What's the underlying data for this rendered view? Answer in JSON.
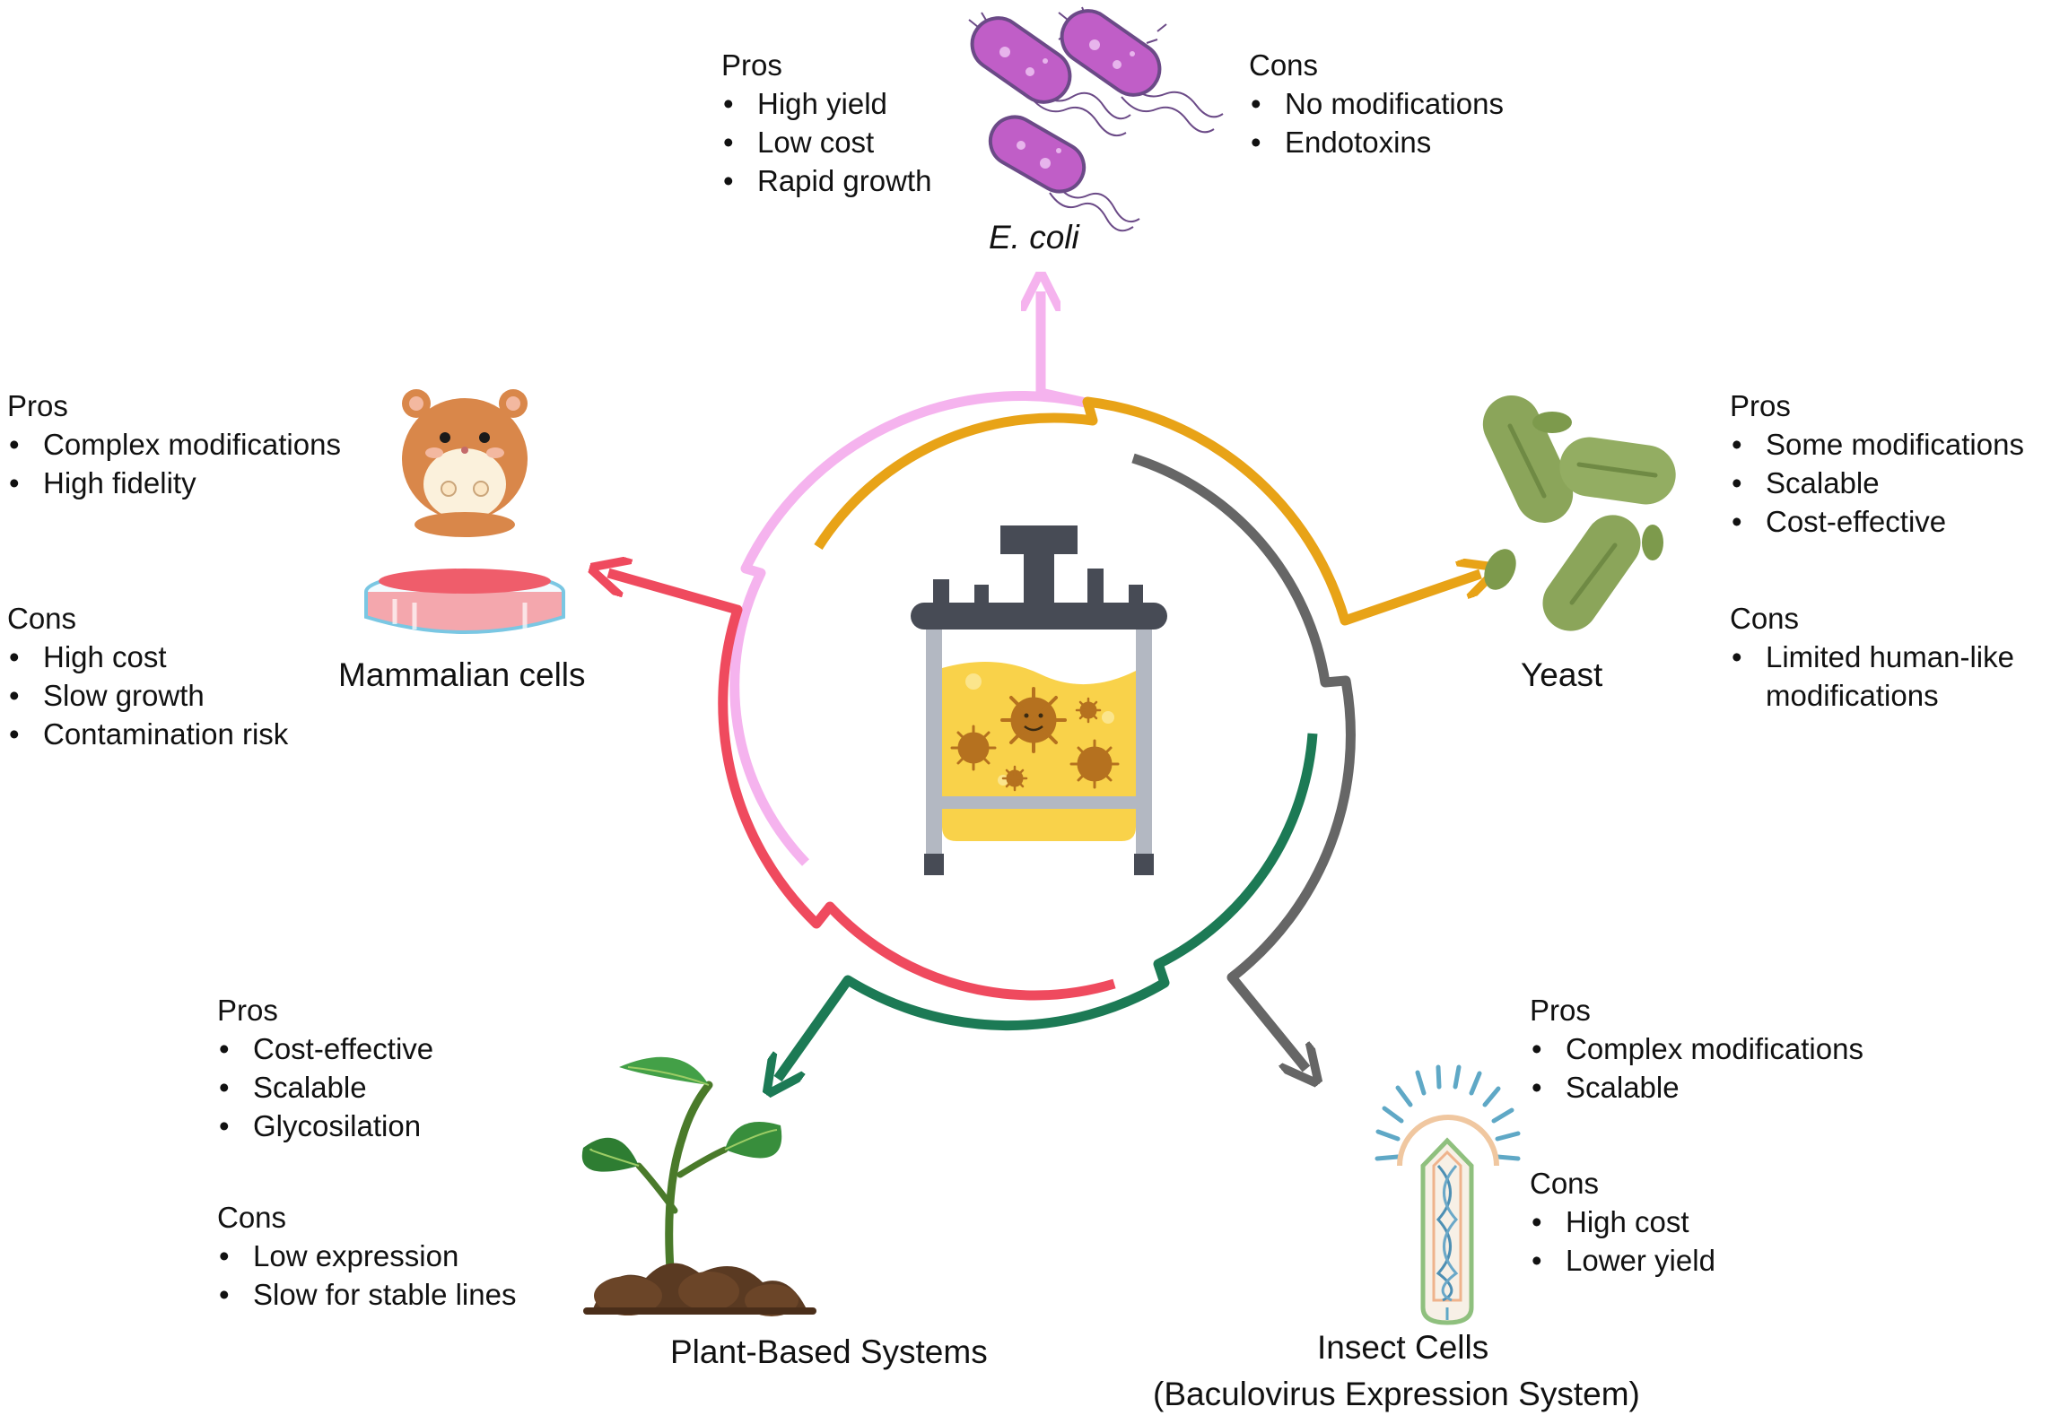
{
  "colors": {
    "ecoli": "#f5b3ee",
    "yeast": "#e8a317",
    "insect": "#666666",
    "plant": "#1c7a55",
    "mammalian": "#ef4a5e",
    "bioreactor_frame": "#474b55",
    "bioreactor_liquid": "#f9d24a",
    "virus": "#b5711f"
  },
  "systems": {
    "ecoli": {
      "name": "E. coli",
      "pros_heading": "Pros",
      "pros": [
        "High yield",
        "Low cost",
        "Rapid growth"
      ],
      "cons_heading": "Cons",
      "cons": [
        "No modifications",
        "Endotoxins"
      ],
      "icon": "bacteria-icon"
    },
    "yeast": {
      "name": "Yeast",
      "pros_heading": "Pros",
      "pros": [
        "Some modifications",
        "Scalable",
        "Cost-effective"
      ],
      "cons_heading": "Cons",
      "cons": [
        "Limited human-like modifications"
      ],
      "icon": "yeast-cells-icon"
    },
    "mammalian": {
      "name": "Mammalian cells",
      "pros_heading": "Pros",
      "pros": [
        "Complex modifications",
        "High fidelity"
      ],
      "cons_heading": "Cons",
      "cons": [
        "High cost",
        "Slow growth",
        "Contamination risk"
      ],
      "icon": "hamster-petri-dish-icon"
    },
    "plant": {
      "name": "Plant-Based Systems",
      "pros_heading": "Pros",
      "pros": [
        "Cost-effective",
        "Scalable",
        "Glycosilation"
      ],
      "cons_heading": "Cons",
      "cons": [
        "Low expression",
        "Slow for stable lines"
      ],
      "icon": "seedling-icon"
    },
    "insect": {
      "name": "Insect Cells",
      "name_line2": "(Baculovirus Expression System)",
      "pros_heading": "Pros",
      "pros": [
        "Complex modifications",
        "Scalable"
      ],
      "cons_heading": "Cons",
      "cons": [
        "High cost",
        "Lower yield"
      ],
      "icon": "baculovirus-icon"
    }
  },
  "center": {
    "icon": "bioreactor-icon"
  }
}
